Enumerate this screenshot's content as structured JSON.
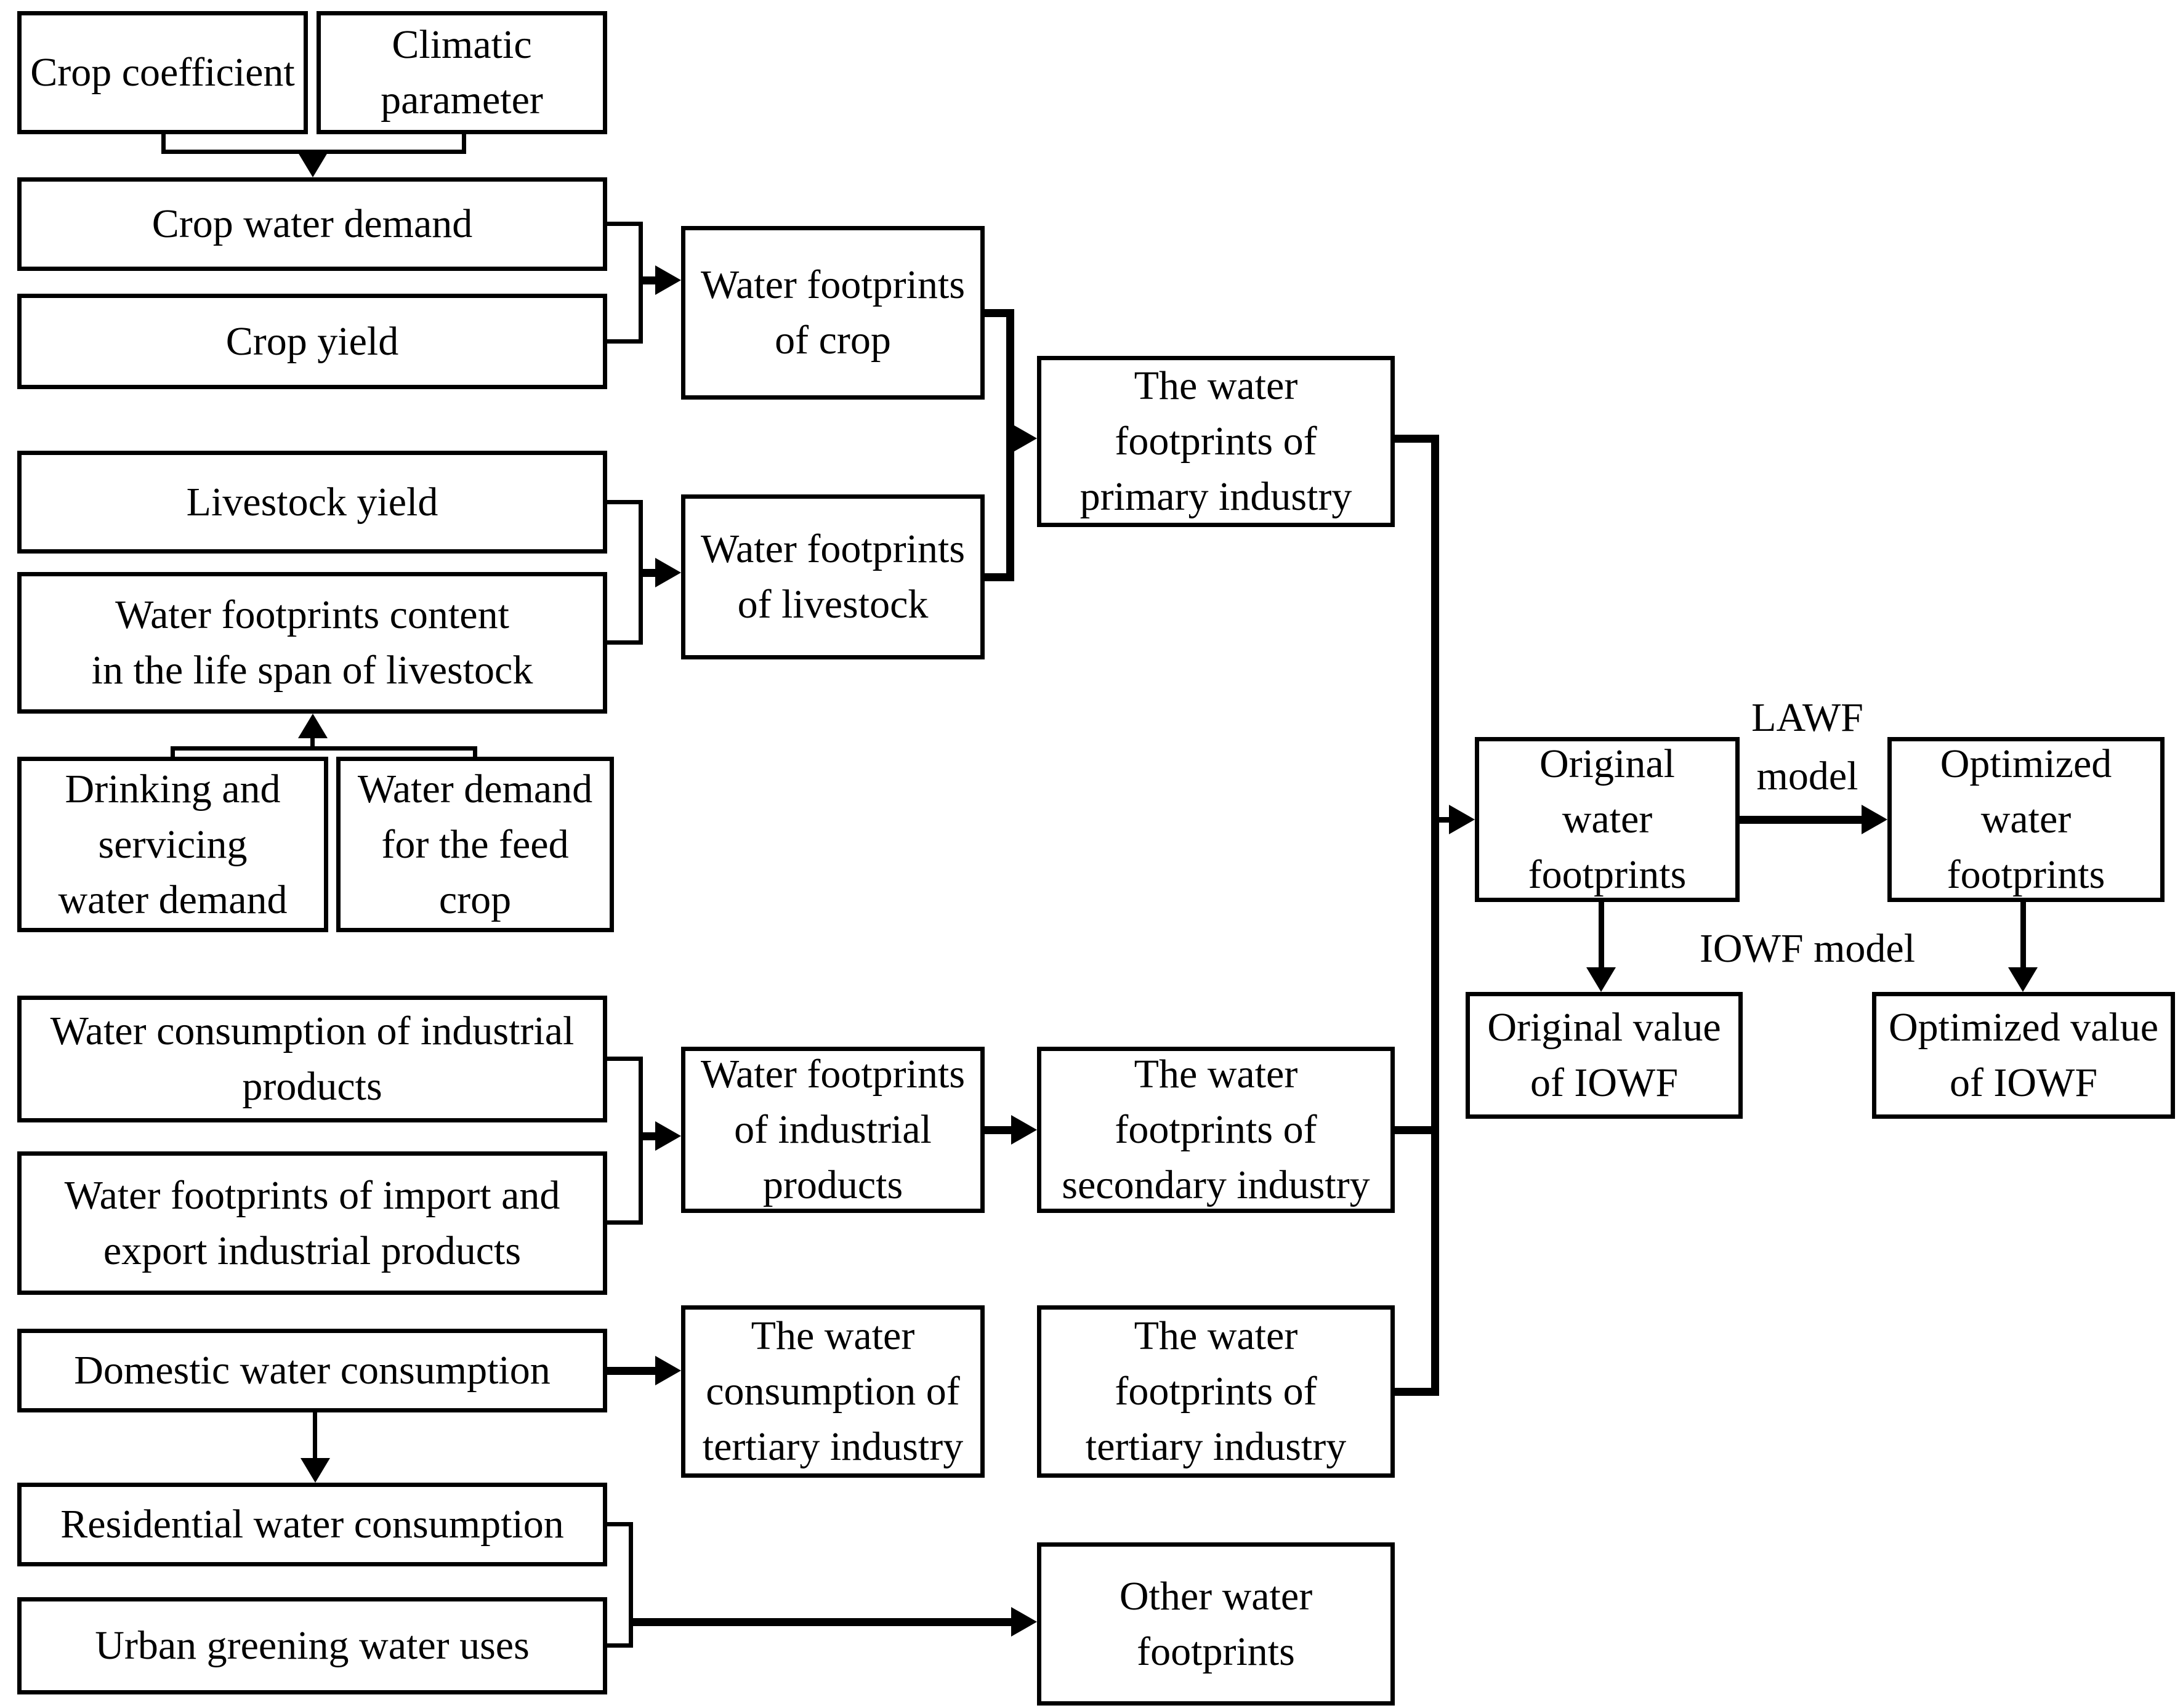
{
  "diagram": {
    "colors": {
      "line": "#000000",
      "background": "#ffffff"
    },
    "nodes": {
      "crop_coefficient": "Crop coefficient",
      "climatic_parameter": "Climatic\nparameter",
      "crop_water_demand": "Crop water demand",
      "crop_yield": "Crop yield",
      "water_footprints_of_crop": "Water footprints\nof crop",
      "livestock_yield": "Livestock yield",
      "water_footprints_content": "Water footprints content\nin the life span of livestock",
      "drinking_servicing": "Drinking and\nservicing\nwater demand",
      "water_demand_feed_crop": "Water demand\nfor the feed\ncrop",
      "water_footprints_of_livestock": "Water footprints\nof livestock",
      "primary_industry": "The water\nfootprints of\nprimary industry",
      "water_consumption_industrial": "Water consumption of industrial\nproducts",
      "wf_import_export": "Water footprints of import and\nexport industrial products",
      "wf_industrial_products": "Water footprints\nof industrial\nproducts",
      "secondary_industry": "The water\nfootprints of\nsecondary industry",
      "domestic_water": "Domestic water consumption",
      "tertiary_consumption": "The water\nconsumption of\ntertiary industry",
      "tertiary_industry": "The water\nfootprints of\ntertiary industry",
      "residential_water": "Residential water consumption",
      "urban_greening": "Urban greening water uses",
      "other_water_footprints": "Other water\nfootprints",
      "original_water_footprints": "Original\nwater\nfootprints",
      "optimized_water_footprints": "Optimized\nwater\nfootprints",
      "original_value_iowf": "Original value\nof IOWF",
      "optimized_value_iowf": "Optimized value\nof IOWF"
    },
    "edge_labels": {
      "lawf_model": "LAWF\nmodel",
      "iowf_model": "IOWF model"
    }
  }
}
